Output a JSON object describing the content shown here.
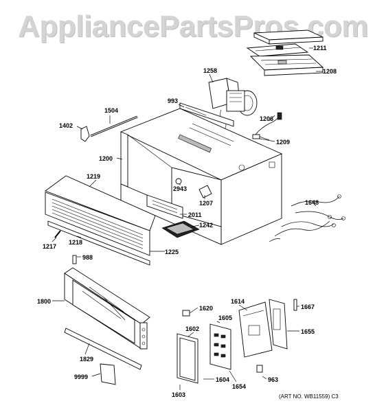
{
  "watermark": "AppliancePartsPros.com",
  "art_note": "(ART NO. WB11559) C3",
  "parts": {
    "p1211": "1211",
    "p1208": "1208",
    "p1258": "1258",
    "p993": "993",
    "p1504": "1504",
    "p1402": "1402",
    "p1206": "1206",
    "p1209": "1209",
    "p1200": "1200",
    "p1219": "1219",
    "p2943": "2943",
    "p1207": "1207",
    "p1648": "1648",
    "p2011": "2011",
    "p1242": "1242",
    "p1217": "1217",
    "p1218": "1218",
    "p1225": "1225",
    "p988": "988",
    "p1800": "1800",
    "p1620": "1620",
    "p1614": "1614",
    "p1667": "1667",
    "p1605": "1605",
    "p1602": "1602",
    "p1655": "1655",
    "p1829": "1829",
    "p9999": "9999",
    "p963": "963",
    "p1604": "1604",
    "p1654": "1654",
    "p1603": "1603"
  }
}
